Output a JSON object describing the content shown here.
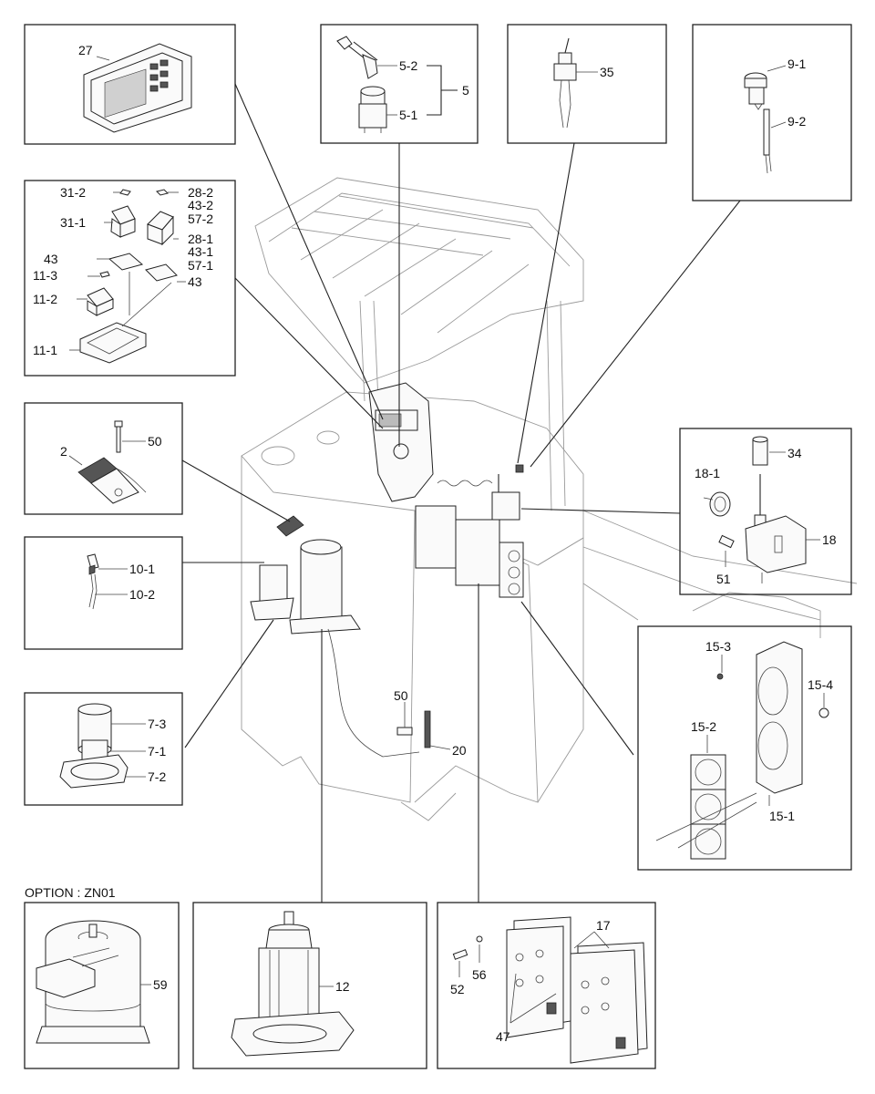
{
  "option_label": "OPTION : ZN01",
  "callouts": {
    "p27": "27",
    "p5_2": "5-2",
    "p5": "5",
    "p5_1": "5-1",
    "p35": "35",
    "p9_1": "9-1",
    "p9_2": "9-2",
    "p31_2": "31-2",
    "p31_1": "31-1",
    "p28_2": "28-2",
    "p43_2": "43-2",
    "p57_2": "57-2",
    "p28_1": "28-1",
    "p43_1": "43-1",
    "p57_1": "57-1",
    "p43a": "43",
    "p43b": "43",
    "p11_3": "11-3",
    "p11_2": "11-2",
    "p11_1": "11-1",
    "p2": "2",
    "p50a": "50",
    "p34": "34",
    "p18_1": "18-1",
    "p18": "18",
    "p51": "51",
    "p10_1": "10-1",
    "p10_2": "10-2",
    "p50b": "50",
    "p20": "20",
    "p7_3": "7-3",
    "p7_1": "7-1",
    "p7_2": "7-2",
    "p15_3": "15-3",
    "p15_4": "15-4",
    "p15_2": "15-2",
    "p15_1": "15-1",
    "p59": "59",
    "p12": "12",
    "p17": "17",
    "p52": "52",
    "p56": "56",
    "p47": "47"
  }
}
